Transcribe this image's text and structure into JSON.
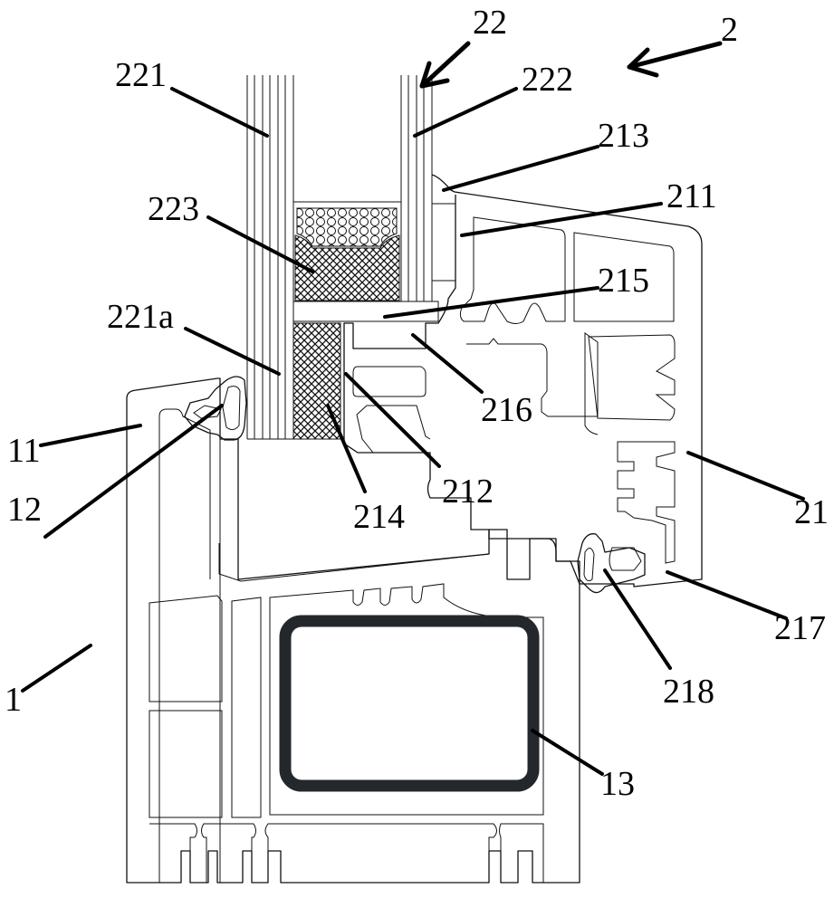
{
  "figure": {
    "type": "cross-section technical drawing",
    "subject": "window frame and sash profile with insulated glazing"
  },
  "colors": {
    "line": "#111111",
    "steel_reinforcement": "#24282d",
    "background": "#ffffff"
  },
  "labels": [
    {
      "id": "2",
      "text": "2",
      "target": "sash assembly (arrow)"
    },
    {
      "id": "22",
      "text": "22",
      "target": "glazing unit (arrow)"
    },
    {
      "id": "221",
      "text": "221",
      "target": "inner laminated glass pane"
    },
    {
      "id": "222",
      "text": "222",
      "target": "outer laminated glass pane"
    },
    {
      "id": "213",
      "text": "213",
      "target": "glazing bead lip"
    },
    {
      "id": "211",
      "text": "211",
      "target": "sash profile body"
    },
    {
      "id": "223",
      "text": "223",
      "target": "spacer / sealant"
    },
    {
      "id": "215",
      "text": "215",
      "target": "glazing block"
    },
    {
      "id": "221a",
      "text": "221a",
      "target": "pane edge"
    },
    {
      "id": "216",
      "text": "216",
      "target": "block retaining slot"
    },
    {
      "id": "11",
      "text": "11",
      "target": "frame rebate"
    },
    {
      "id": "12",
      "text": "12",
      "target": "frame gasket"
    },
    {
      "id": "212",
      "text": "212",
      "target": "sash chamber"
    },
    {
      "id": "214",
      "text": "214",
      "target": "setting block"
    },
    {
      "id": "21",
      "text": "21",
      "target": "sash profile"
    },
    {
      "id": "217",
      "text": "217",
      "target": "sash lower flange"
    },
    {
      "id": "218",
      "text": "218",
      "target": "sash gasket"
    },
    {
      "id": "1",
      "text": "1",
      "target": "frame profile"
    },
    {
      "id": "13",
      "text": "13",
      "target": "steel reinforcement"
    }
  ]
}
